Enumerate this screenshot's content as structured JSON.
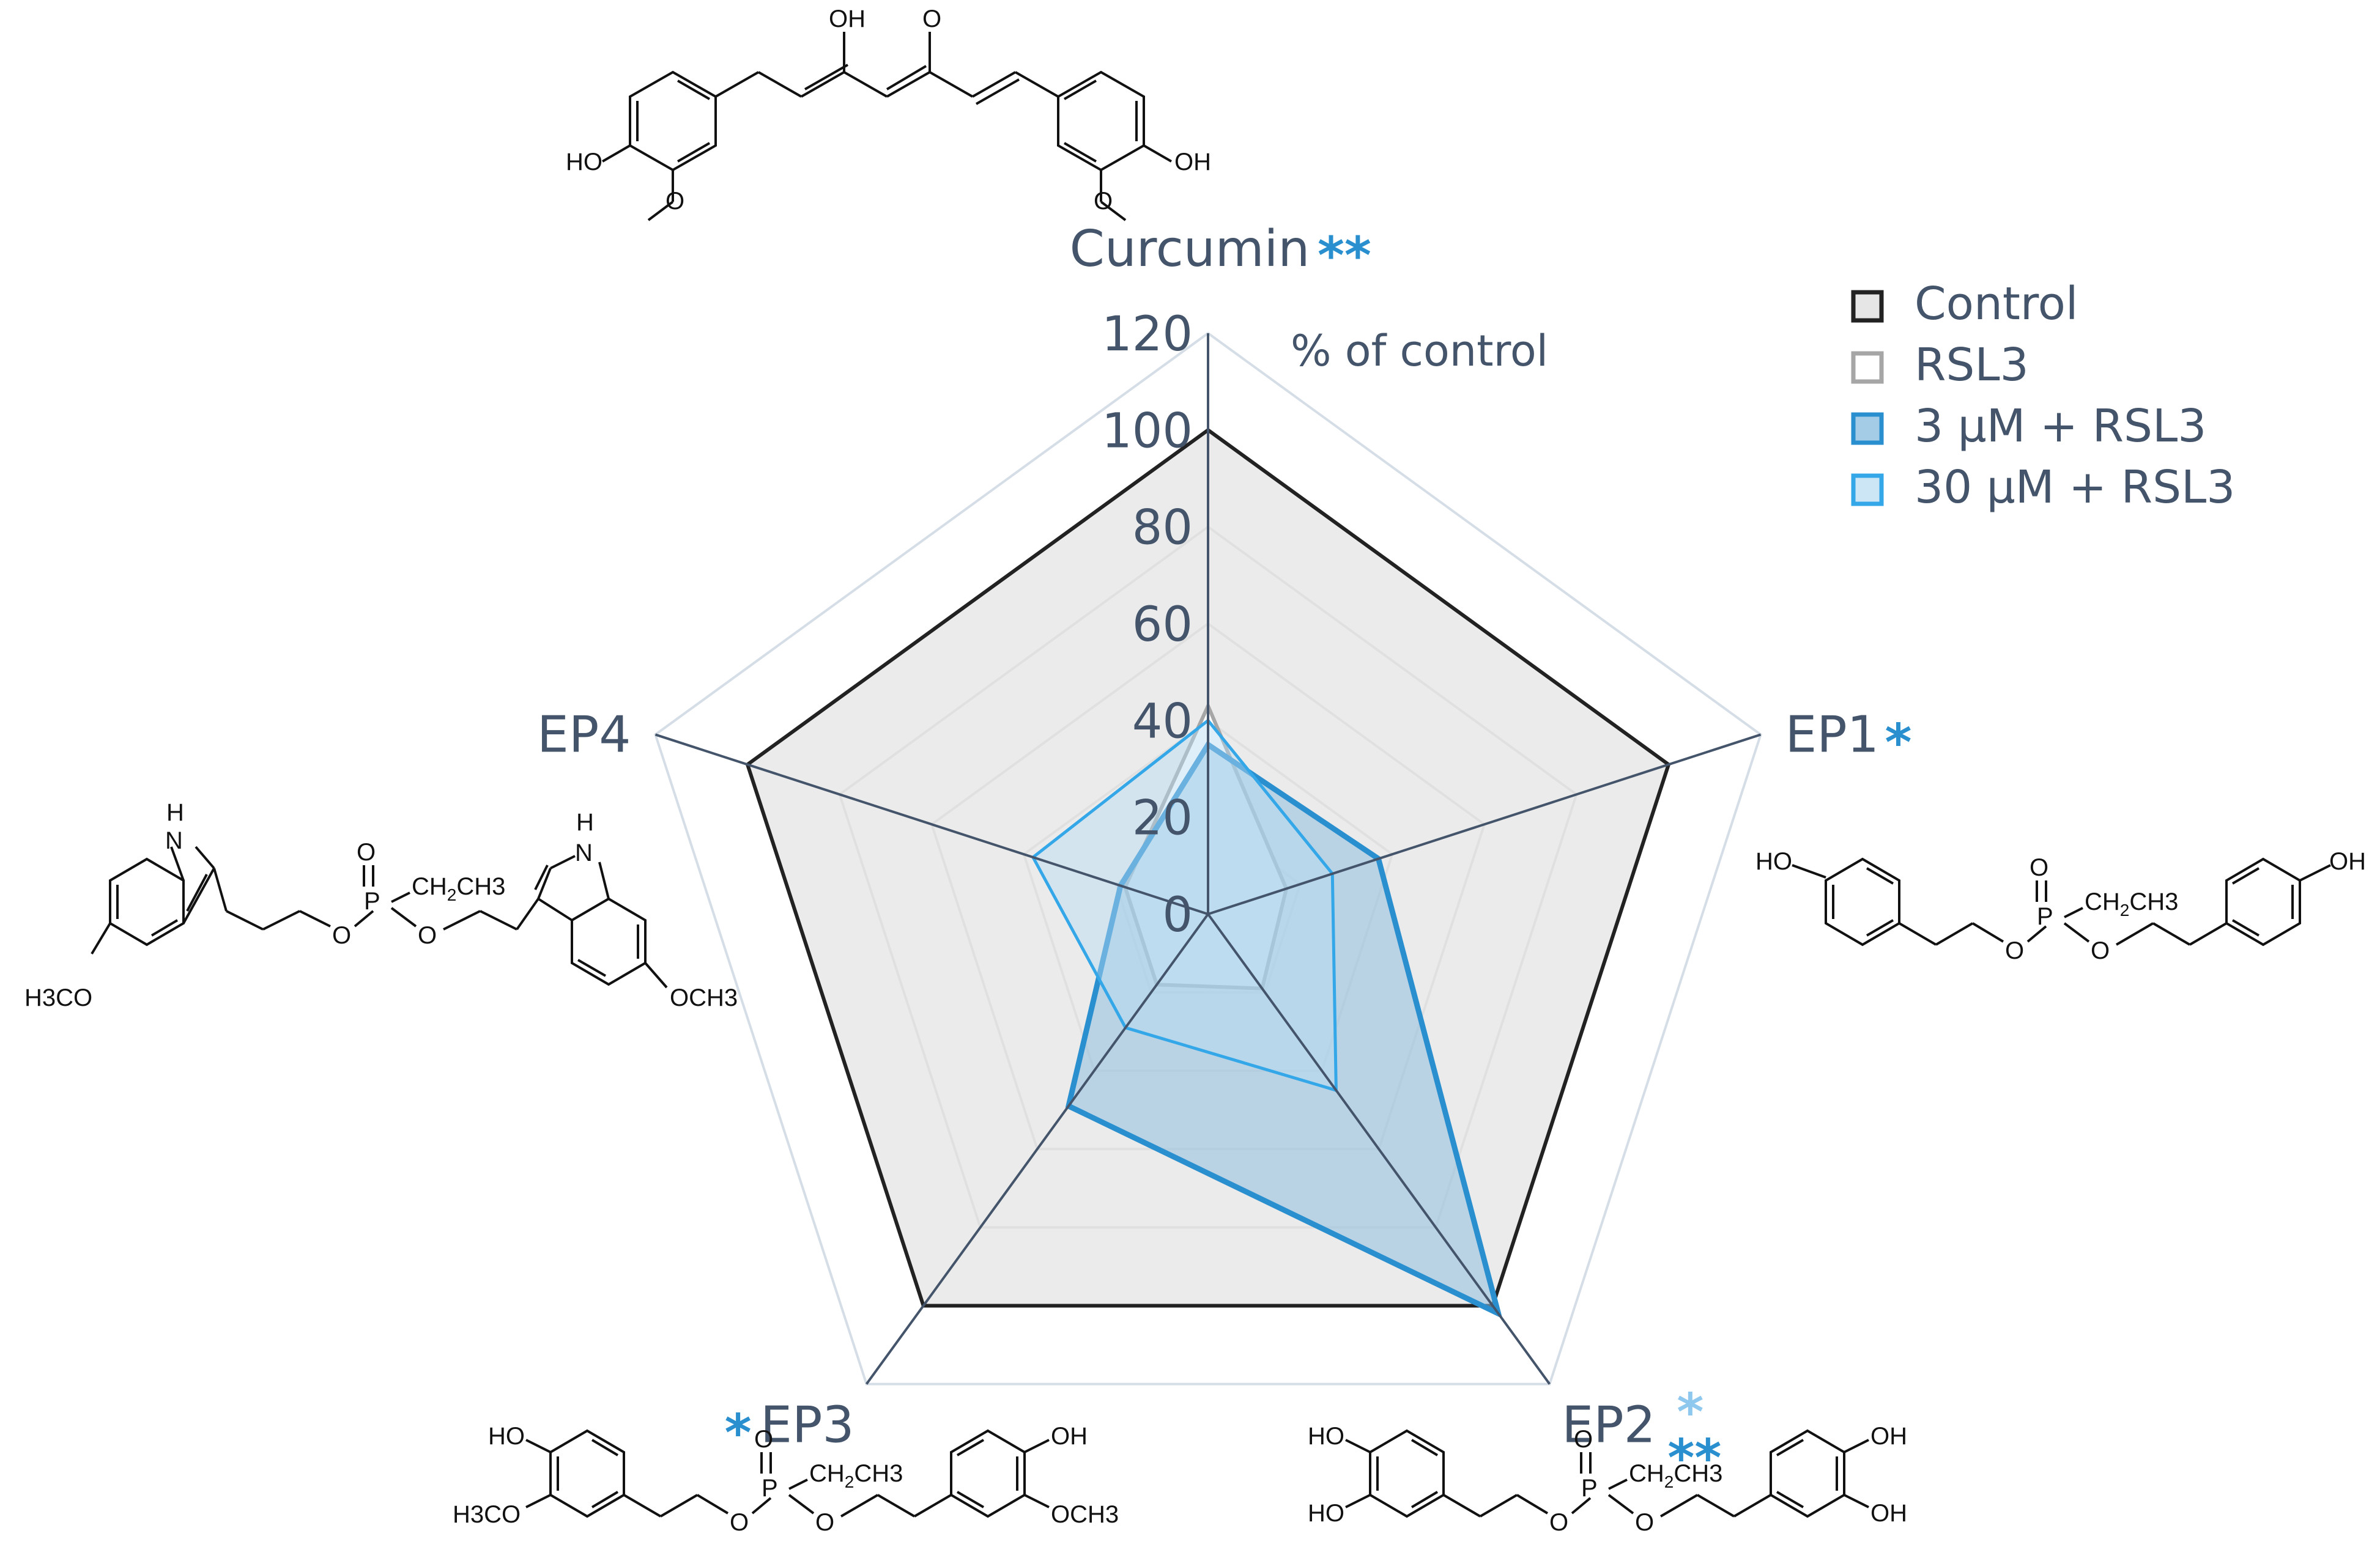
{
  "chart_data": {
    "type": "radar",
    "title": "",
    "unit_label": "% of control",
    "categories": [
      "Curcumin",
      "EP1",
      "EP2",
      "EP3",
      "EP4"
    ],
    "rlim": [
      0,
      120
    ],
    "ticks": [
      "0",
      "20",
      "40",
      "60",
      "80",
      "100",
      "120"
    ],
    "grid": true,
    "legend_position": "top-right",
    "series": [
      {
        "name": "Control",
        "values": [
          100,
          100,
          100,
          100,
          100
        ],
        "stroke": "#222222",
        "fill": "#e6e6e6",
        "fill_opacity": 0.8
      },
      {
        "name": "RSL3",
        "values": [
          43,
          17,
          19,
          18,
          18
        ],
        "stroke": "#a6a6a6",
        "fill": "#ffffff",
        "fill_opacity": 1.0
      },
      {
        "name": "3 µM + RSL3",
        "values": [
          35,
          37,
          102,
          49,
          19
        ],
        "stroke": "#2a8fcf",
        "fill": "#8fbfe0",
        "fill_opacity": 0.55
      },
      {
        "name": "30 µM + RSL3",
        "values": [
          40,
          27,
          45,
          29,
          38
        ],
        "stroke": "#34a7e8",
        "fill": "#b7dcf2",
        "fill_opacity": 0.45
      }
    ],
    "significance": [
      {
        "category": "Curcumin",
        "marks": [
          {
            "text": "**",
            "color": "#2a8fcf"
          }
        ]
      },
      {
        "category": "EP1",
        "marks": [
          {
            "text": "*",
            "color": "#2a8fcf"
          }
        ]
      },
      {
        "category": "EP2",
        "marks": [
          {
            "text": "*",
            "color": "#8fc8ee"
          },
          {
            "text": "**",
            "color": "#2a8fcf"
          }
        ]
      },
      {
        "category": "EP3",
        "marks": [
          {
            "text": "*",
            "color": "#2a8fcf"
          }
        ]
      }
    ]
  },
  "structures": {
    "curcumin": {
      "oh_top": "OH",
      "o_top": "O",
      "ho_left": "HO",
      "oh_right": "OH",
      "o_left": "O",
      "o_right": "O"
    },
    "ep1": {
      "ho": "HO",
      "oh": "OH",
      "o1": "O",
      "p": "P",
      "ch": "CH",
      "sub2": "2",
      "ch3": "CH3",
      "o2": "O",
      "o3": "O"
    },
    "ep2": {
      "ho1": "HO",
      "ho2": "HO",
      "oh1": "OH",
      "oh2": "OH",
      "o1": "O",
      "p": "P",
      "ch": "CH",
      "sub2": "2",
      "ch3": "CH3",
      "o2": "O",
      "o3": "O"
    },
    "ep3": {
      "ho": "HO",
      "h3co": "H3CO",
      "oh": "OH",
      "och3": "OCH3",
      "o1": "O",
      "p": "P",
      "ch": "CH",
      "sub2": "2",
      "ch3": "CH3",
      "o2": "O",
      "o3": "O"
    },
    "ep4": {
      "h1": "H",
      "n1": "N",
      "h2": "H",
      "n2": "N",
      "h3co": "H3CO",
      "och3": "OCH3",
      "o1": "O",
      "p": "P",
      "ch": "CH",
      "sub2": "2",
      "ch3": "CH3",
      "o2": "O",
      "o3": "O"
    }
  }
}
